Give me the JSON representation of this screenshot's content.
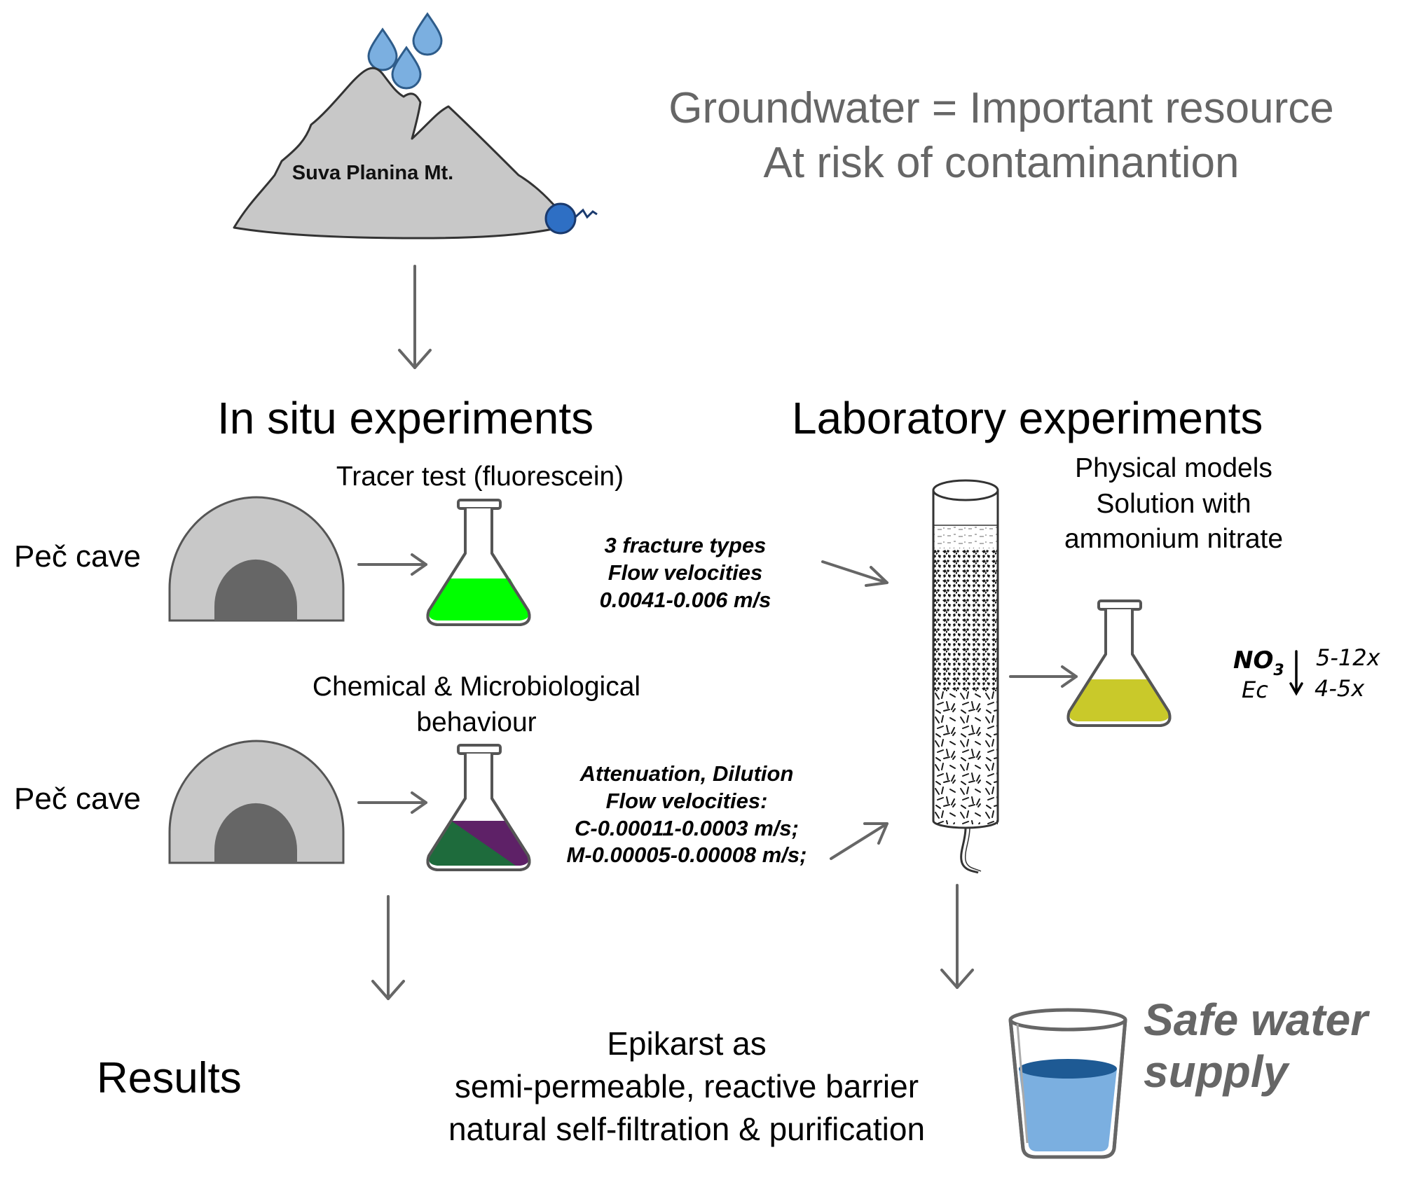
{
  "header": {
    "line1": "Groundwater = Important resource",
    "line2": "At risk of contaminantion"
  },
  "mountain": {
    "label": "Suva Planina Mt."
  },
  "in_situ": {
    "title": "In situ experiments",
    "tracer": {
      "title": "Tracer test (fluorescein)",
      "cave_label": "Peč cave",
      "notes": [
        "3 fracture types",
        "Flow velocities",
        "0.0041-0.006 m/s"
      ],
      "flask_color": "#00ff00"
    },
    "chem": {
      "title_line1": "Chemical & Microbiological",
      "title_line2": "behaviour",
      "cave_label": "Peč cave",
      "notes": [
        "Attenuation, Dilution",
        "Flow velocities:",
        "C-0.00011-0.0003 m/s;",
        "M-0.00005-0.00008 m/s;"
      ],
      "flask_colors": [
        "#1e6b3c",
        "#5e2167"
      ]
    }
  },
  "lab": {
    "title": "Laboratory experiments",
    "models": [
      "Physical models",
      "Solution with",
      "ammonium nitrate"
    ],
    "flask_color": "#c9c92a",
    "reduction": {
      "no3_label": "NO",
      "no3_sub": "3",
      "ec_label": "Ec",
      "no3_value": "5-12x",
      "ec_value": "4-5x"
    }
  },
  "results": {
    "label": "Results",
    "conclusion": [
      "Epikarst as",
      "semi-permeable, reactive barrier",
      "natural self-filtration & purification"
    ]
  },
  "safe_water": {
    "line1": "Safe water",
    "line2": "supply",
    "water_color": "#7bafe0"
  },
  "icons": {
    "rain": "raindrop-icon",
    "spring": "spring-icon",
    "cave": "cave-icon",
    "flask": "flask-icon",
    "column": "soil-column-icon",
    "glass": "water-glass-icon",
    "arrow": "arrow-icon"
  },
  "colors": {
    "mountain": "#c8c8c8",
    "cave_outer": "#c8c8c8",
    "cave_inner": "#666666",
    "arrow": "#666666",
    "drop": "#7bafe0",
    "spring": "#2e6fc4"
  }
}
